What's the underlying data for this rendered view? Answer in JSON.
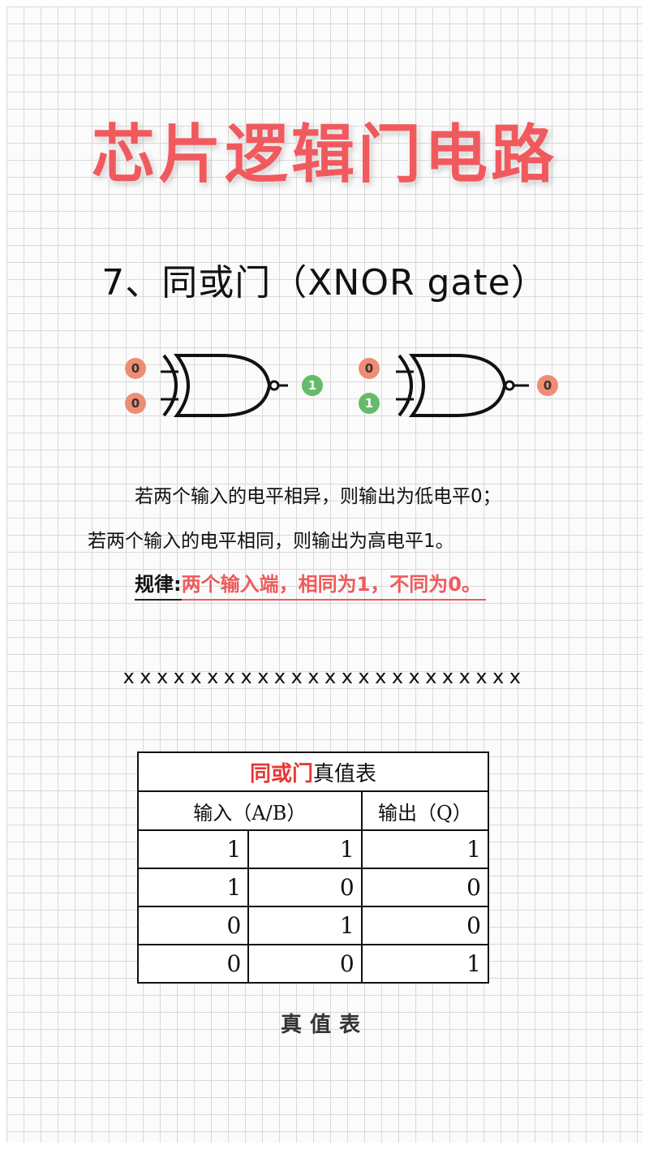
{
  "title": "芯片逻辑门电路",
  "section_heading": "7、同或门（XNOR gate）",
  "gates": [
    {
      "input_a": "0",
      "input_b": "0",
      "output": "1"
    },
    {
      "input_a": "0",
      "input_b": "1",
      "output": "0"
    }
  ],
  "description": {
    "line1": "若两个输入的电平相异，则输出为低电平0；",
    "line2": "若两个输入的电平相同，则输出为高电平1。",
    "rule_label": "规律:",
    "rule_text": "两个输入端，相同为1，不同为0。"
  },
  "separator": "xxxxxxxxxxxxxxxxxxxxxxxx",
  "truth_table": {
    "caption_highlight": "同或门",
    "caption_rest": "真值表",
    "header_inputs": "输入（A/B）",
    "header_output": "输出（Q）",
    "rows": [
      [
        "1",
        "1",
        "1"
      ],
      [
        "1",
        "0",
        "0"
      ],
      [
        "0",
        "1",
        "0"
      ],
      [
        "0",
        "0",
        "1"
      ]
    ]
  },
  "footer_caption": "真值表",
  "colors": {
    "title": "#f05a5e",
    "badge_zero": "#ef8d72",
    "badge_one": "#66bb6a",
    "rule_highlight": "#ef5b5b",
    "table_highlight": "#e53935"
  }
}
